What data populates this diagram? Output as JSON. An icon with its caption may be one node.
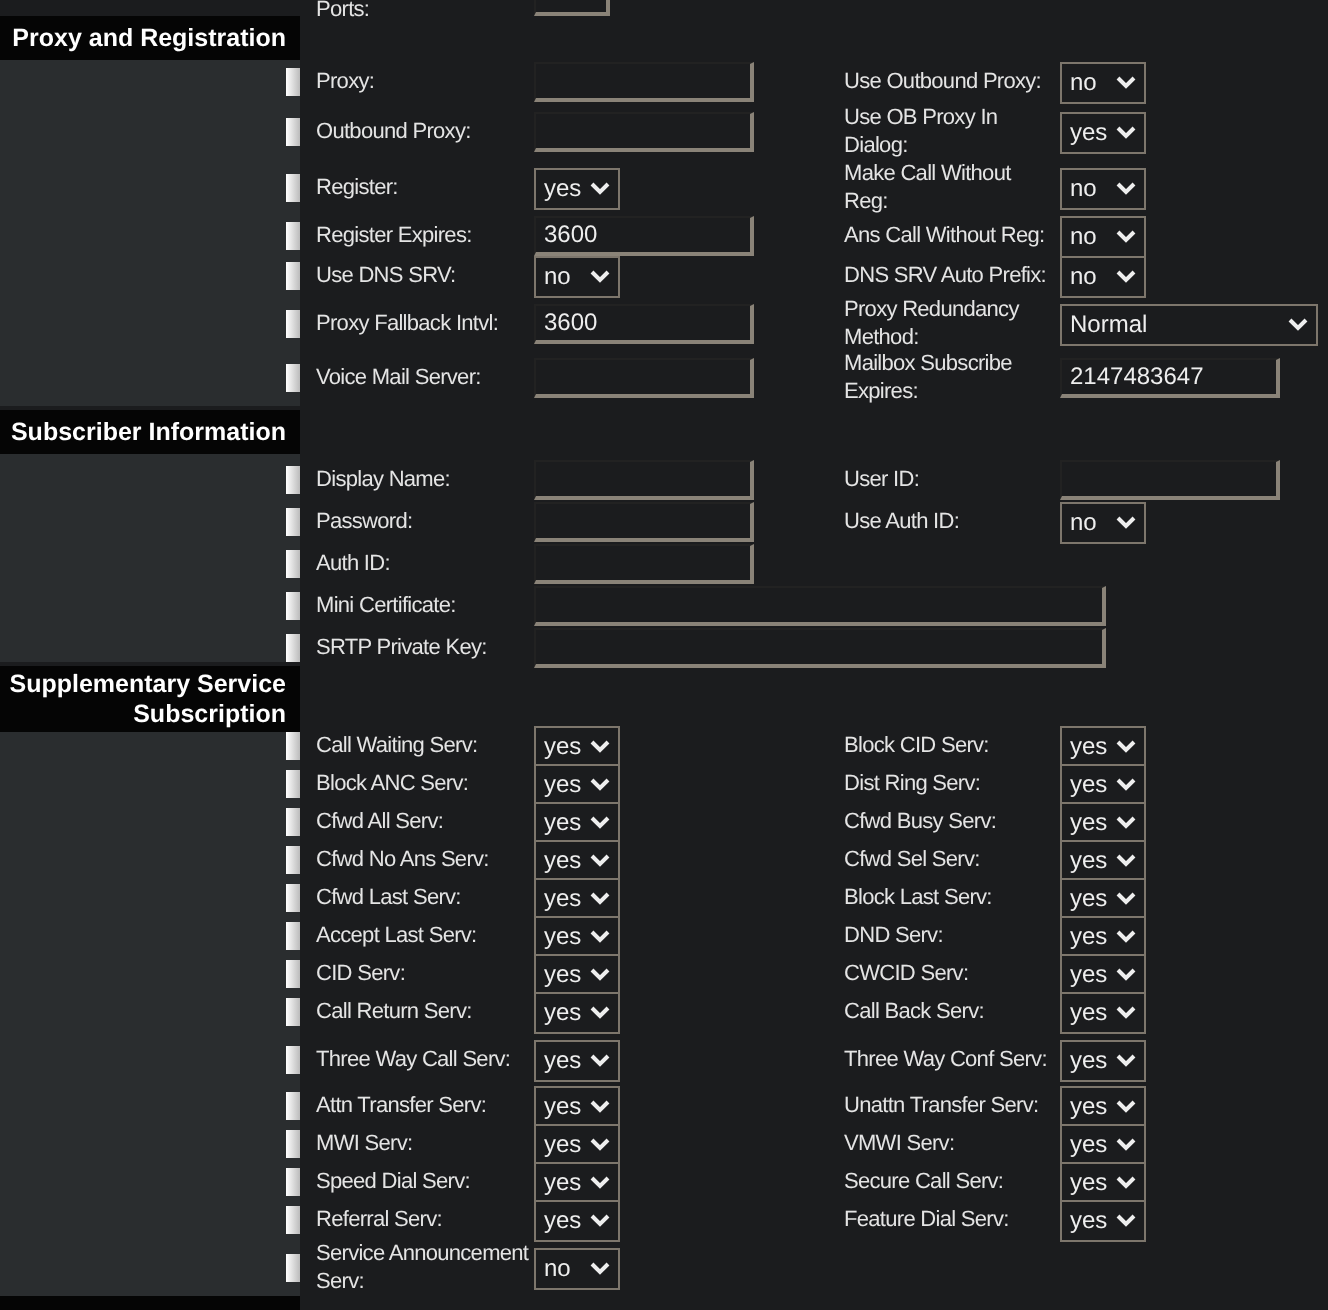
{
  "diagram": {
    "nodes": [
      {
        "text": [
          "Proxy and Registration"
        ]
      },
      {
        "text": [
          "Subscriber Information"
        ]
      },
      {
        "text": [
          "Supplementary Service Subscription"
        ]
      }
    ],
    "labels": [
      "Ports:",
      "Proxy:",
      "Use Outbound Proxy:",
      "no",
      "Outbound Proxy:",
      "Use OB Proxy In Dialog:",
      "yes",
      "Register:",
      "yes",
      "Make Call Without Reg:",
      "no",
      "Register Expires:",
      "3600",
      "Ans Call Without Reg:",
      "no",
      "Use DNS SRV:",
      "no",
      "DNS SRV Auto Prefix:",
      "no",
      "Proxy Fallback Intvl:",
      "3600",
      "Proxy Redundancy Method:",
      "Normal",
      "Voice Mail Server:",
      "Mailbox Subscribe Expires:",
      "2147483647",
      "Display Name:",
      "User ID:",
      "Password:",
      "Use Auth ID:",
      "no",
      "Auth ID:",
      "Mini Certificate:",
      "SRTP Private Key:",
      "Call Waiting Serv:",
      "yes",
      "Block CID Serv:",
      "yes",
      "Block ANC Serv:",
      "yes",
      "Dist Ring Serv:",
      "yes",
      "Cfwd All Serv:",
      "yes",
      "Cfwd Busy Serv:",
      "yes",
      "Cfwd No Ans Serv:",
      "yes",
      "Cfwd Sel Serv:",
      "yes",
      "Cfwd Last Serv:",
      "yes",
      "Block Last Serv:",
      "yes",
      "Accept Last Serv:",
      "yes",
      "DND Serv:",
      "yes",
      "CID Serv:",
      "yes",
      "CWCID Serv:",
      "yes",
      "Call Return Serv:",
      "yes",
      "Call Back Serv:",
      "yes",
      "Three Way Call Serv:",
      "yes",
      "Three Way Conf Serv:",
      "yes",
      "Attn Transfer Serv:",
      "yes",
      "Unattn Transfer Serv:",
      "yes",
      "MWI Serv:",
      "yes",
      "VMWI Serv:",
      "yes",
      "Speed Dial Serv:",
      "yes",
      "Secure Call Serv:",
      "yes",
      "Referral Serv:",
      "yes",
      "Feature Dial Serv:",
      "yes",
      "Service Announcement Serv:",
      "no"
    ]
  }
}
